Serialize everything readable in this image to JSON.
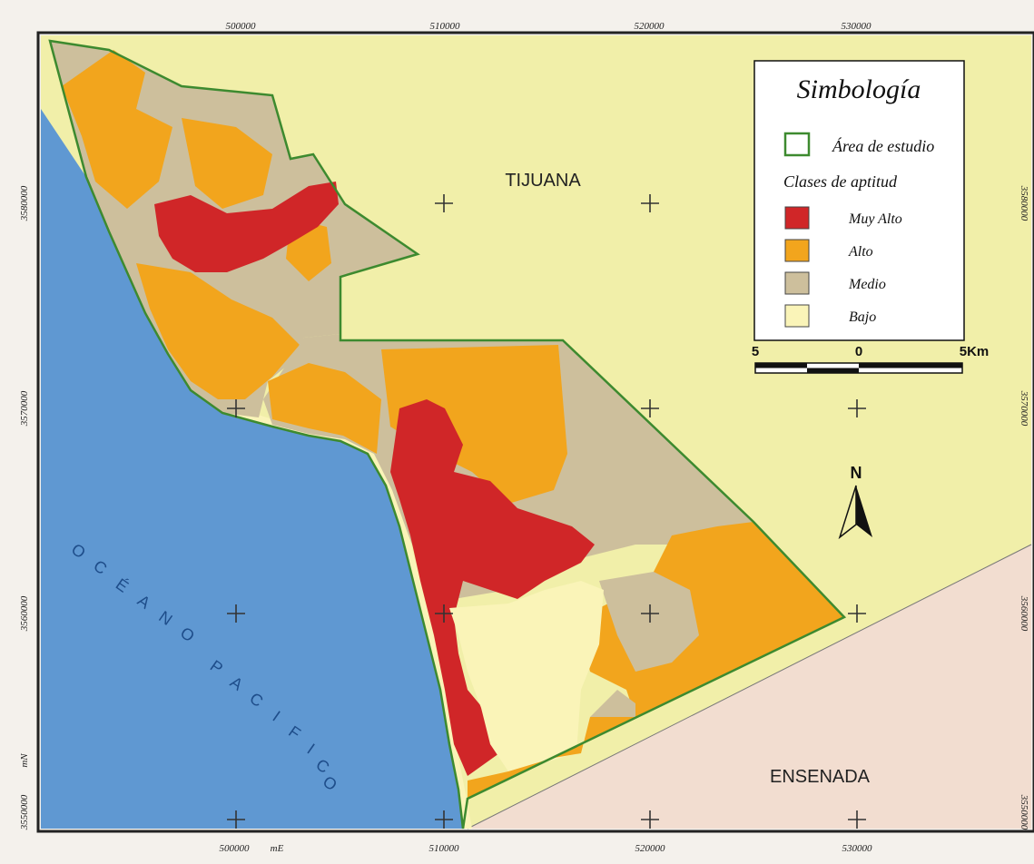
{
  "map": {
    "top_ticks": [
      "500000",
      "510000",
      "520000",
      "530000"
    ],
    "bottom_ticks": [
      "500000",
      "mE",
      "510000",
      "520000",
      "530000"
    ],
    "left_ticks": [
      "3580000",
      "3570000",
      "3560000",
      "3550000",
      "mN"
    ],
    "right_ticks": [
      "3580000",
      "3570000",
      "3560000",
      "3550000"
    ],
    "places": {
      "tijuana": "TIJUANA",
      "ensenada": "ENSENADA",
      "ocean_letters": [
        "O",
        "C",
        "É",
        "A",
        "N",
        "O",
        " ",
        "P",
        "A",
        "C",
        "I",
        "F",
        "I",
        "C",
        "O"
      ]
    },
    "north_label": "N",
    "colors": {
      "ocean": "#5f98d2",
      "land": "#f1efa9",
      "ensenada": "#f2ddd0",
      "muy_alto": "#d02628",
      "alto": "#f2a51d",
      "medio": "#cdbf9c",
      "bajo": "#faf4b8",
      "boundary": "#3d8a2f"
    }
  },
  "legend": {
    "title": "Simbología",
    "study_area": "Área de estudio",
    "classes_title": "Clases de aptitud",
    "classes": [
      {
        "label": "Muy Alto",
        "color": "#d02628"
      },
      {
        "label": "Alto",
        "color": "#f2a51d"
      },
      {
        "label": "Medio",
        "color": "#cdbf9c"
      },
      {
        "label": "Bajo",
        "color": "#faf4b8"
      }
    ],
    "scale": {
      "left": "5",
      "mid": "0",
      "right": "5Km"
    }
  }
}
